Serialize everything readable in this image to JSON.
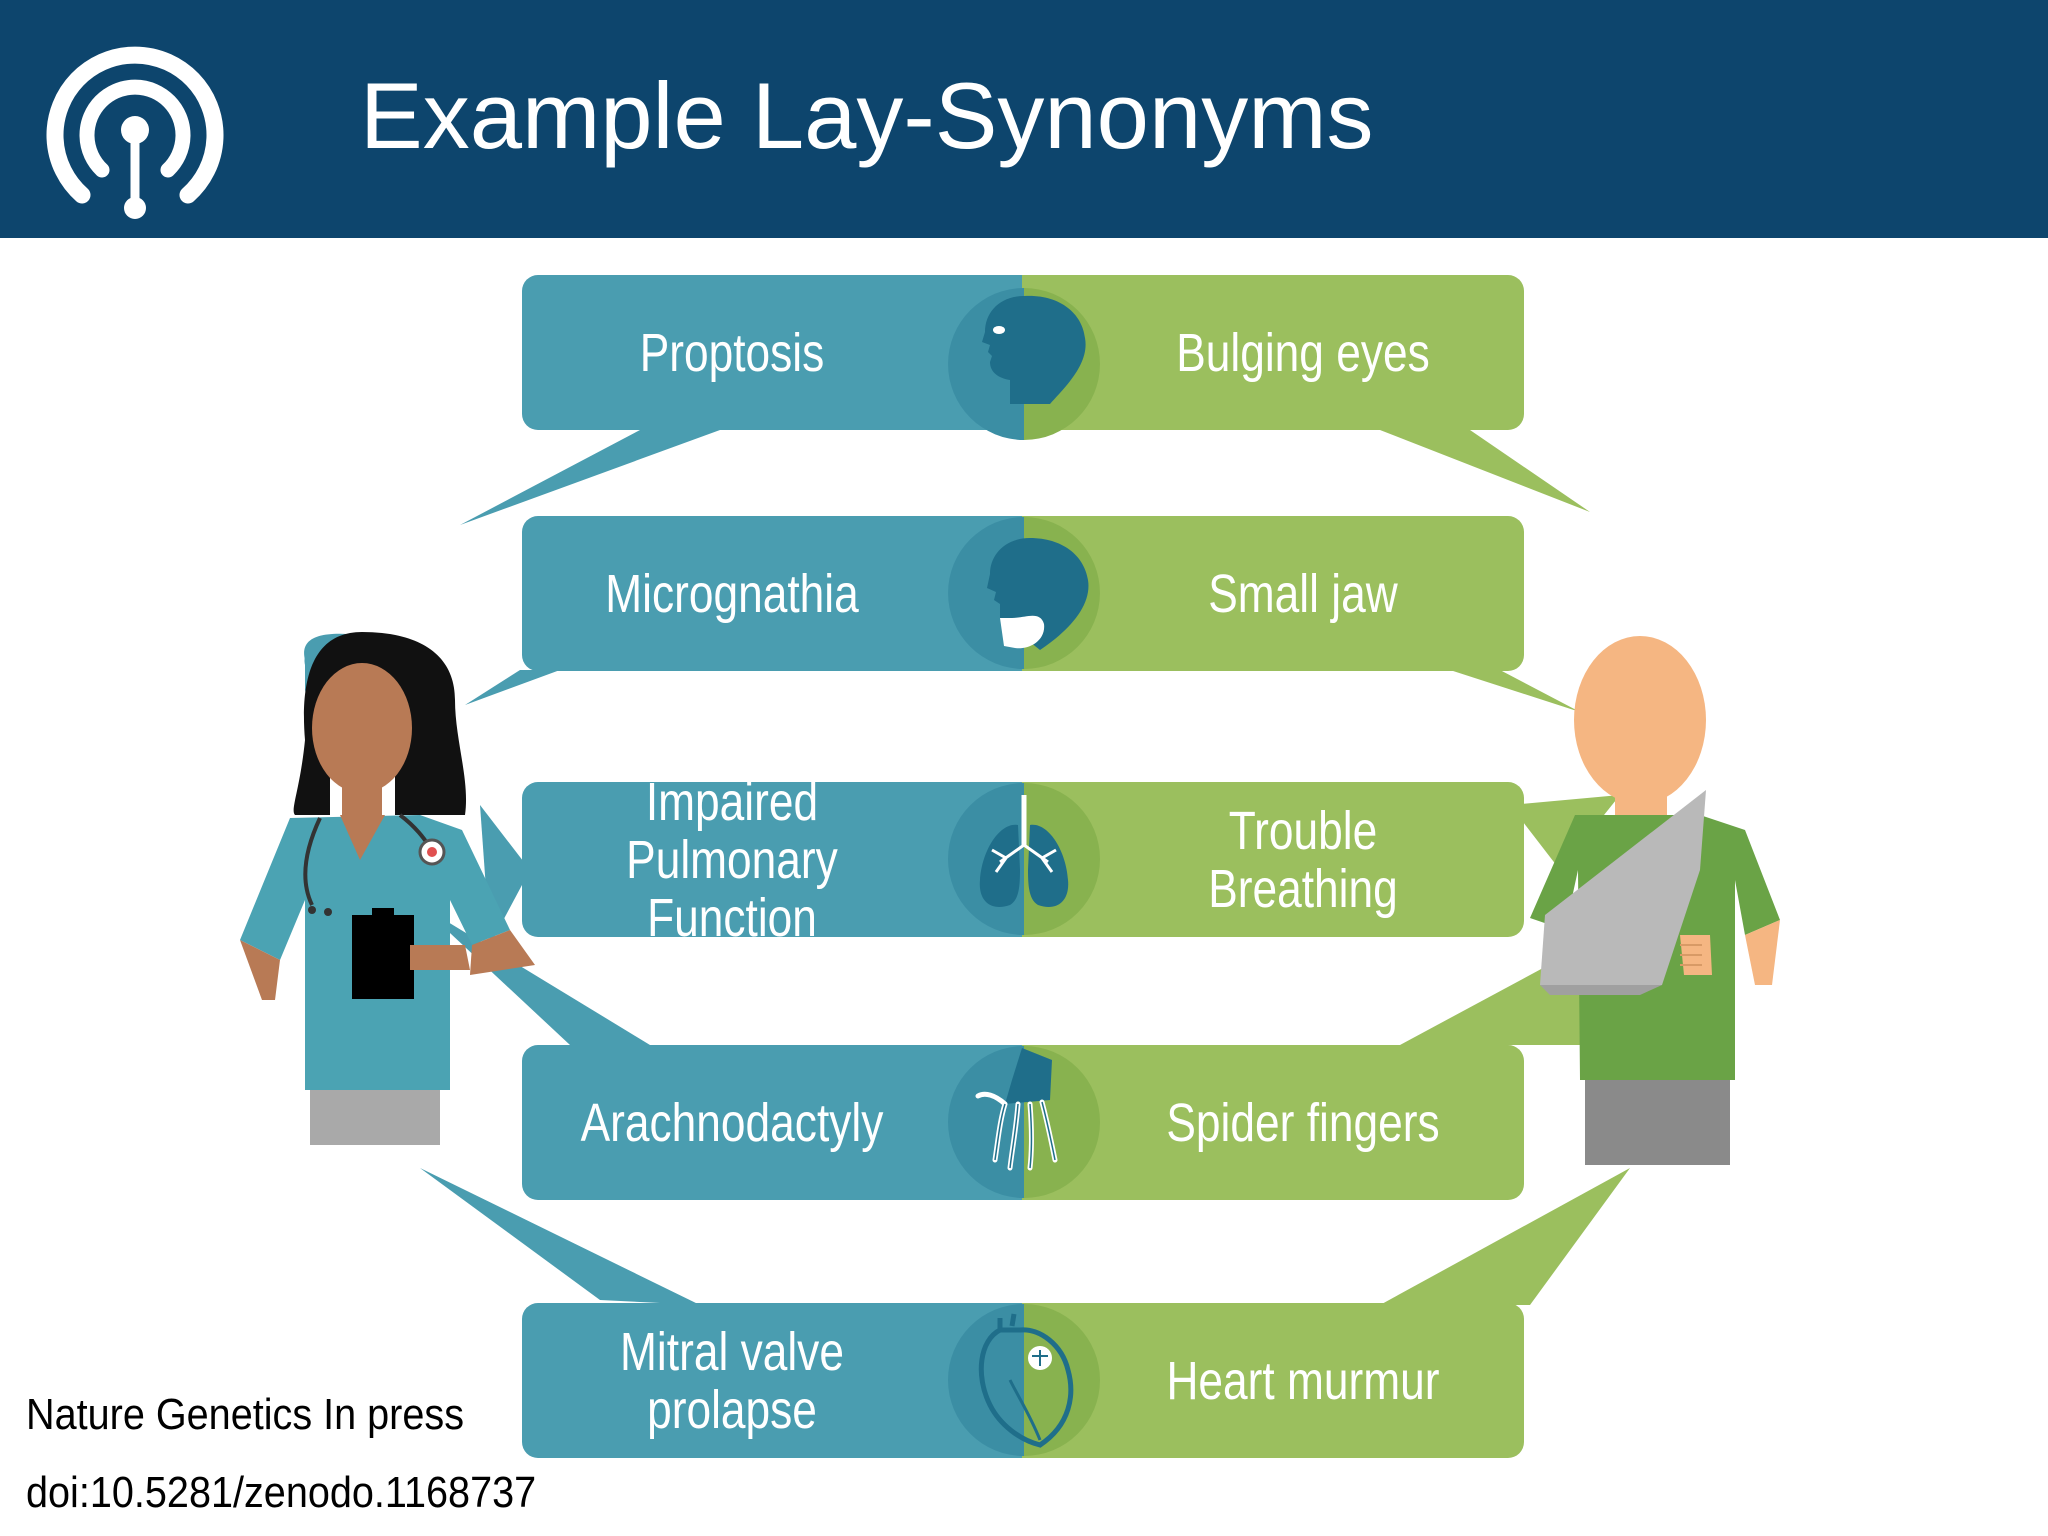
{
  "header": {
    "title": "Example Lay-Synonyms",
    "logo_icon": "signal-pin-logo-icon",
    "background_color": "#0d456d"
  },
  "colors": {
    "medical_term_blue": "#4a9db0",
    "lay_term_green": "#9bbf5e",
    "circle_blue": "#3b8ea4",
    "circle_green": "#88b24f",
    "icon_dark": "#1f6e8a"
  },
  "pairs": [
    {
      "medical": [
        "Proptosis"
      ],
      "lay": [
        "Bulging eyes"
      ],
      "icon": "face-profile-eye-icon"
    },
    {
      "medical": [
        "Micrognathia"
      ],
      "lay": [
        "Small jaw"
      ],
      "icon": "face-profile-jaw-icon"
    },
    {
      "medical": [
        "Impaired",
        "Pulmonary Function"
      ],
      "lay": [
        "Trouble",
        "Breathing"
      ],
      "icon": "lungs-icon"
    },
    {
      "medical": [
        "Arachnodactyly"
      ],
      "lay": [
        "Spider fingers"
      ],
      "icon": "hand-fingers-icon"
    },
    {
      "medical": [
        "Mitral valve",
        "prolapse"
      ],
      "lay": [
        "Heart murmur"
      ],
      "icon": "heart-icon"
    }
  ],
  "figures": {
    "left": "doctor-figure",
    "right": "patient-figure"
  },
  "citation": {
    "line1": "Nature Genetics In press",
    "line2": "doi:10.5281/zenodo.1168737"
  }
}
